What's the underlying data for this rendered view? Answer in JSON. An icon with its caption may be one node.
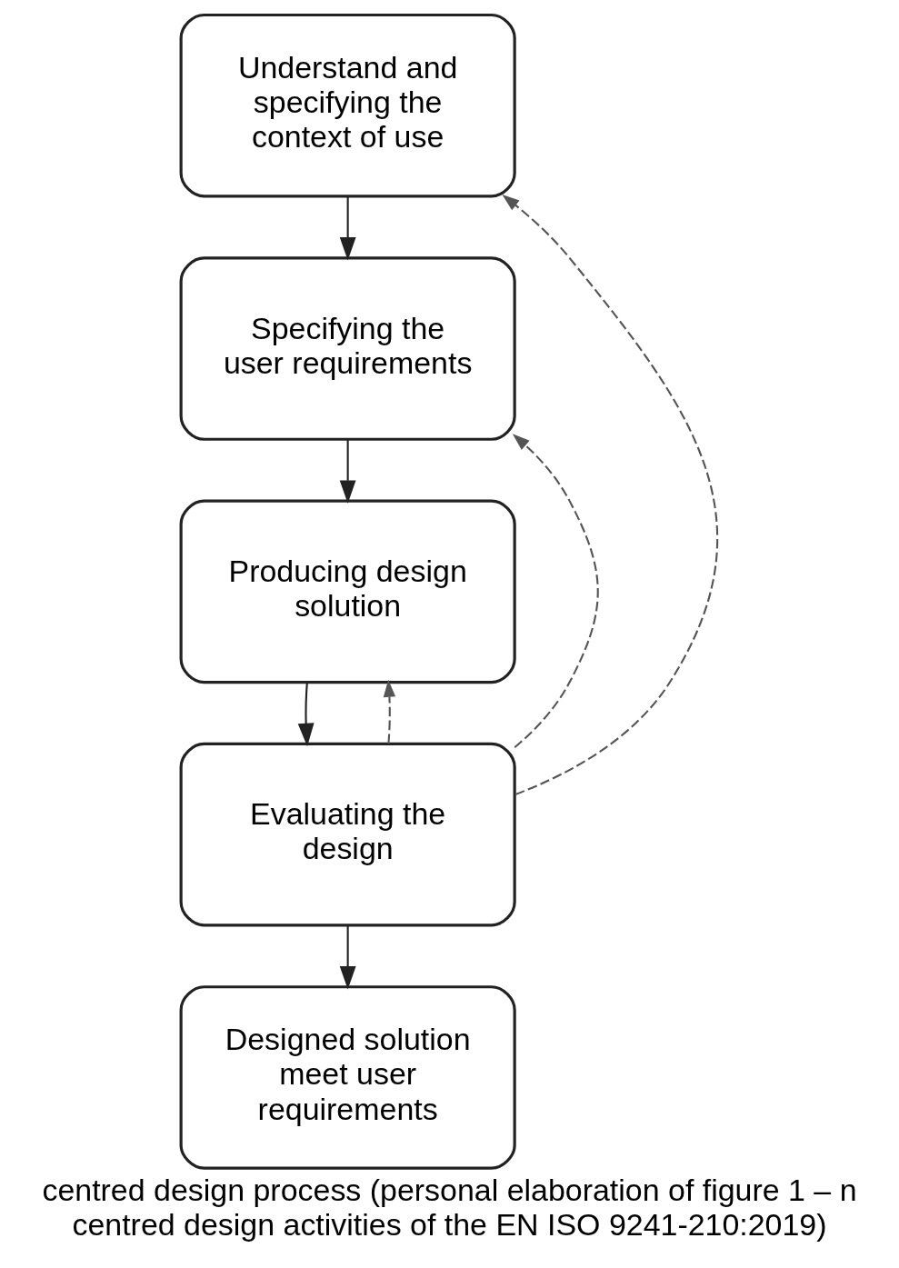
{
  "diagram": {
    "caption": "centred design process (personal elaboration of figure 1 – n centred design activities of the EN ISO 9241-210:2019)",
    "nodes": [
      {
        "text": [
          "Understand and specifying the context of use"
        ]
      },
      {
        "text": [
          "Specifying the user requirements"
        ]
      },
      {
        "text": [
          "Producing design solution"
        ]
      },
      {
        "text": [
          "Evaluating the design"
        ]
      },
      {
        "text": [
          "Designed solution meet user requirements"
        ]
      }
    ],
    "edges": [
      {
        "from": 0,
        "to": 1,
        "arrow": "to"
      },
      {
        "from": 1,
        "to": 2,
        "arrow": "to"
      },
      {
        "from": 2,
        "to": 3,
        "arrow": "to"
      },
      {
        "from": 3,
        "to": 4,
        "arrow": "to"
      },
      {
        "from": 3,
        "to": 1,
        "arrow": "to",
        "style": "dashed"
      },
      {
        "from": 3,
        "to": 2,
        "arrow": "to",
        "style": "dashed"
      },
      {
        "from": 3,
        "to": 0,
        "arrow": "to",
        "style": "dashed"
      }
    ]
  }
}
